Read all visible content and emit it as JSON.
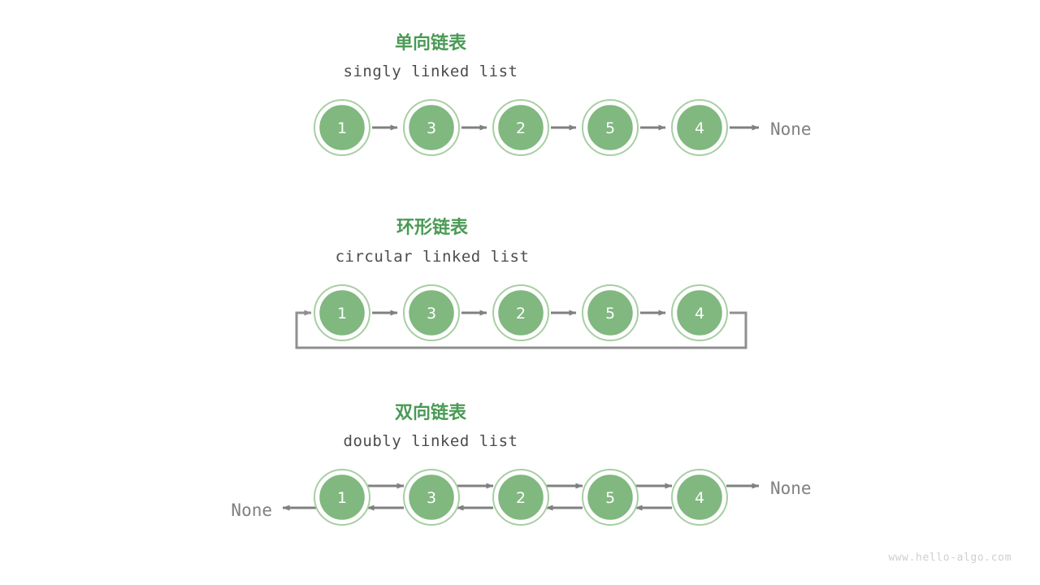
{
  "page": {
    "background": "#ffffff",
    "watermark": "www.hello-algo.com",
    "accent_green": "#4a9a55",
    "node_fill": "#80b87f",
    "node_ring": "#a7cfa3",
    "arrow_gray": "#808080",
    "null_label": "None"
  },
  "sections": [
    {
      "id": "singly",
      "title_cn": "单向链表",
      "title_en": "singly linked list",
      "nodes": [
        {
          "value": "1"
        },
        {
          "value": "3"
        },
        {
          "value": "2"
        },
        {
          "value": "5"
        },
        {
          "value": "4"
        }
      ],
      "tail_label": "None",
      "head_label": null,
      "bidirectional": false,
      "circular": false
    },
    {
      "id": "circular",
      "title_cn": "环形链表",
      "title_en": "circular linked list",
      "nodes": [
        {
          "value": "1"
        },
        {
          "value": "3"
        },
        {
          "value": "2"
        },
        {
          "value": "5"
        },
        {
          "value": "4"
        }
      ],
      "tail_label": null,
      "head_label": null,
      "bidirectional": false,
      "circular": true
    },
    {
      "id": "doubly",
      "title_cn": "双向链表",
      "title_en": "doubly linked list",
      "nodes": [
        {
          "value": "1"
        },
        {
          "value": "3"
        },
        {
          "value": "2"
        },
        {
          "value": "5"
        },
        {
          "value": "4"
        }
      ],
      "tail_label": "None",
      "head_label": "None",
      "bidirectional": true,
      "circular": false
    }
  ]
}
